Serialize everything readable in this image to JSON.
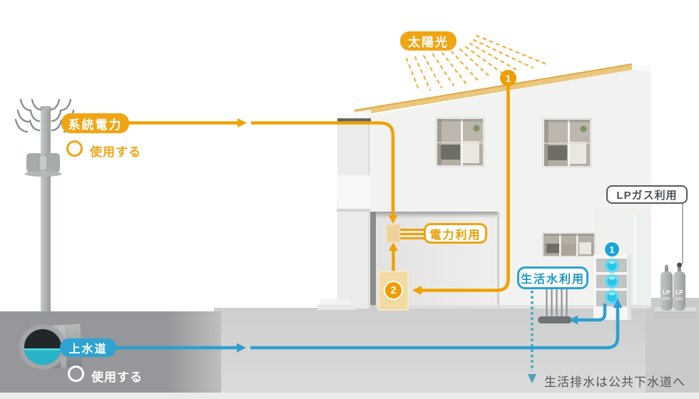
{
  "labels": {
    "solar": "太陽光",
    "grid_power": "系統電力",
    "grid_power_option": "使用する",
    "electric_use": "電力利用",
    "domestic_water_use": "生活水利用",
    "lp_gas_use": "LPガス利用",
    "water_supply": "上水道",
    "water_supply_option": "使用する",
    "drain_note": "生活排水は公共下水道へ"
  },
  "badges": {
    "solar_panel": "1",
    "storage_battery": "2",
    "water_heater": "1"
  },
  "gas_cylinder": {
    "line1": "LP",
    "line2": "GAS"
  },
  "colors": {
    "power_orange": "#EFA201",
    "label_orange": "#F0A514",
    "solar_roof_tan": "#EBC77C",
    "box_beige": "#F1DBA3",
    "water_blue": "#2F9FD0",
    "fixture_cyan": "#2CC3E7",
    "badge_water_blue": "#1AA5D6",
    "gas_label_gray": "#565B5F",
    "note_gray": "#54585B"
  }
}
